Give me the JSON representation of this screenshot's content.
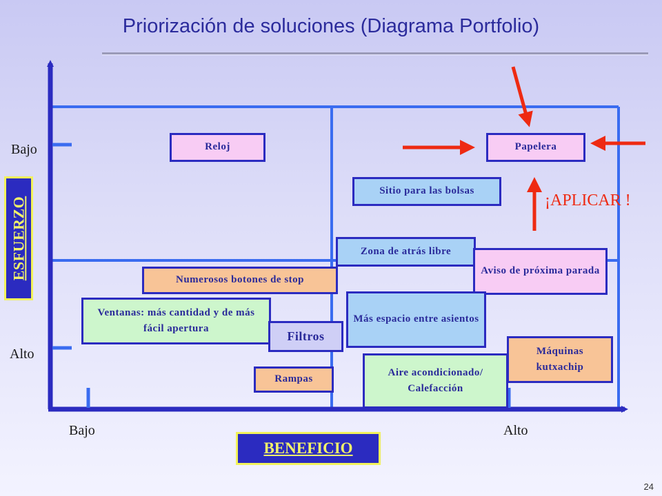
{
  "title": "Priorización de soluciones (Diagrama Portfolio)",
  "y_axis": {
    "name": "ESFUERZO",
    "top_label": "Bajo",
    "bottom_label": "Alto"
  },
  "x_axis": {
    "name": "BENEFICIO",
    "left_label": "Bajo",
    "right_label": "Alto"
  },
  "callout": "¡APLICAR !",
  "items": {
    "reloj": "Reloj",
    "papelera": "Papelera",
    "sitio_bolsas": "Sitio para las bolsas",
    "zona_atras": "Zona de atrás libre",
    "aviso_parada": "Aviso de próxima parada",
    "botones_stop": "Numerosos botones de stop",
    "mas_espacio": "Más espacio entre asientos",
    "ventanas": "Ventanas: más cantidad y de  más fácil apertura",
    "filtros": "Filtros",
    "maquinas": "Máquinas kutxachip",
    "aire": "Aire acondicionado/ Calefacción",
    "rampas": "Rampas"
  },
  "colors": {
    "axis": "#2b2bc0",
    "grid": "#3a6cf0",
    "arrow": "#ee2a12",
    "pink": "#f8ccf4",
    "blue": "#a9d2f6",
    "green": "#cdf6cc",
    "peach": "#f8c497",
    "lilac": "#cfcff6"
  },
  "page_number": "24"
}
